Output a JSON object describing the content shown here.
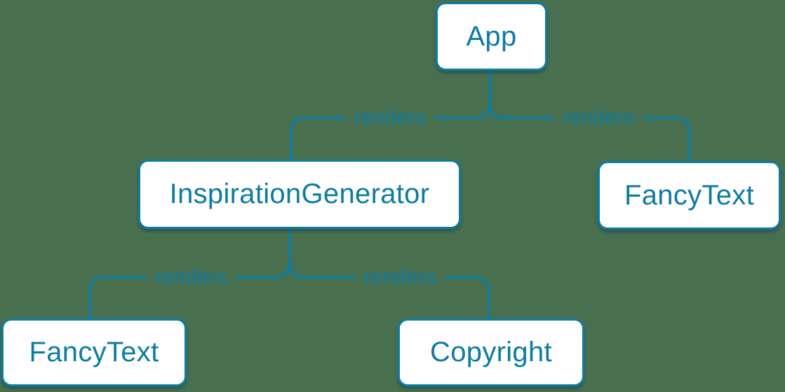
{
  "diagram": {
    "type": "component-render-tree",
    "background_color": "#48704F",
    "accent_color": "#0D7CA3",
    "node_fill_color": "#FFFFFF",
    "nodes": [
      {
        "id": "app",
        "label": "App"
      },
      {
        "id": "inspiration-generator",
        "label": "InspirationGenerator"
      },
      {
        "id": "fancy-text-right",
        "label": "FancyText"
      },
      {
        "id": "fancy-text-bottom",
        "label": "FancyText"
      },
      {
        "id": "copyright",
        "label": "Copyright"
      }
    ],
    "edges": [
      {
        "from": "App",
        "to": "InspirationGenerator",
        "label": "renders"
      },
      {
        "from": "App",
        "to": "FancyText",
        "label": "renders"
      },
      {
        "from": "InspirationGenerator",
        "to": "FancyText",
        "label": "renders"
      },
      {
        "from": "InspirationGenerator",
        "to": "Copyright",
        "label": "renders"
      }
    ]
  }
}
